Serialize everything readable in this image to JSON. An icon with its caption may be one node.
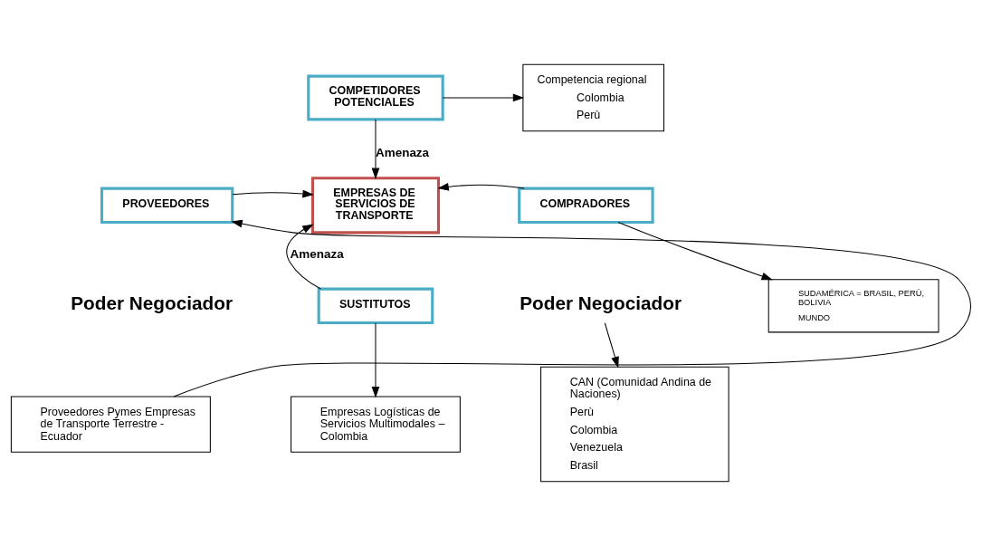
{
  "diagram": {
    "nodes": [
      {
        "text": [
          "COMPETIDORES POTENCIALES"
        ]
      },
      {
        "text": [
          "Competencia regional",
          "Colombia",
          "Perù"
        ]
      },
      {
        "text": [
          "EMPRESAS DE SERVICIOS DE TRANSPORTE"
        ]
      },
      {
        "text": [
          "PROVEEDORES"
        ]
      },
      {
        "text": [
          "COMPRADORES"
        ]
      },
      {
        "text": [
          "SUDAMÉRICA = BRASIL, PERÙ, BOLIVIA",
          "MUNDO"
        ]
      },
      {
        "text": [
          "Proveedores Pymes Empresas de Transporte Terrestre - Ecuador"
        ]
      },
      {
        "text": [
          "Poder Negociador"
        ]
      },
      {
        "text": [
          "CAN (Comunidad Andina de Naciones)",
          "Perù",
          "Colombia",
          "Venezuela",
          "Brasil"
        ]
      },
      {
        "text": [
          "SUSTITUTOS"
        ]
      },
      {
        "text": [
          "Empresas Logísticas de Servicios Multimodales – Colombia"
        ]
      }
    ],
    "edges": [
      {
        "from": 0,
        "to": 1,
        "arrow": "to"
      },
      {
        "from": 0,
        "to": 2,
        "label": "Amenaza",
        "arrow": "to"
      },
      {
        "from": 3,
        "to": 2,
        "arrow": "to"
      },
      {
        "from": 4,
        "to": 2,
        "arrow": "to"
      },
      {
        "from": 4,
        "to": 5,
        "arrow": "to"
      },
      {
        "from": 6,
        "to": 3,
        "arrow": "to"
      },
      {
        "from": 7,
        "to": 8,
        "arrow": "to"
      },
      {
        "from": 9,
        "to": 2,
        "label": "Amenaza",
        "arrow": "to"
      },
      {
        "from": 9,
        "to": 10,
        "arrow": "to"
      }
    ],
    "labels": [
      "Poder Negociador"
    ]
  }
}
